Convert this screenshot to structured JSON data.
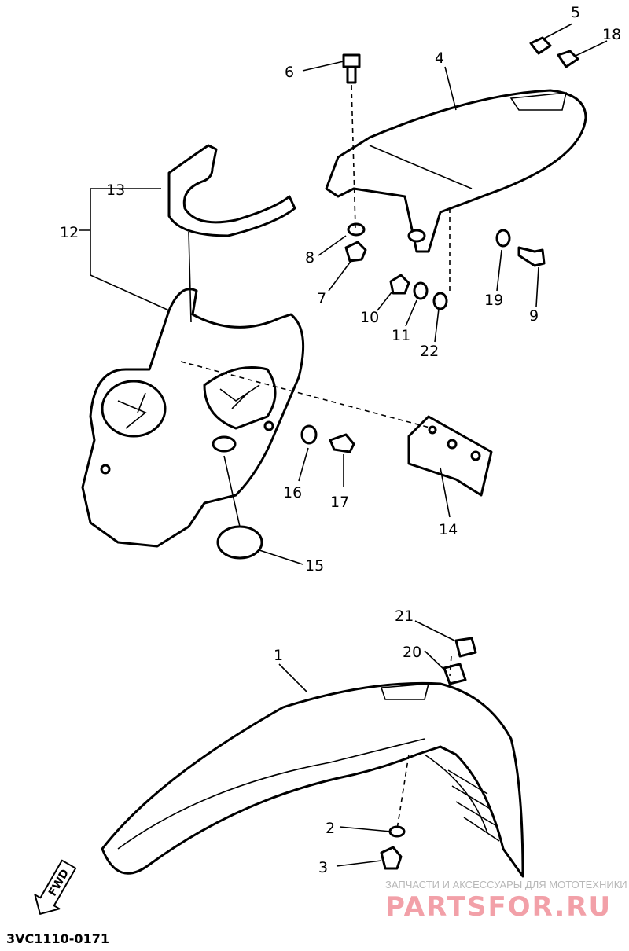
{
  "diagram_code": "3VC1110-0171",
  "fwd_label": "FWD",
  "watermark": {
    "line1": "ЗАПЧАСТИ И АКСЕССУАРЫ ДЛЯ МОТОТЕХНИКИ",
    "line2": "PARTSFOR.RU"
  },
  "callouts": [
    "1",
    "2",
    "3",
    "4",
    "5",
    "6",
    "7",
    "8",
    "9",
    "10",
    "11",
    "12",
    "13",
    "14",
    "15",
    "16",
    "17",
    "18",
    "19",
    "20",
    "21",
    "22"
  ]
}
